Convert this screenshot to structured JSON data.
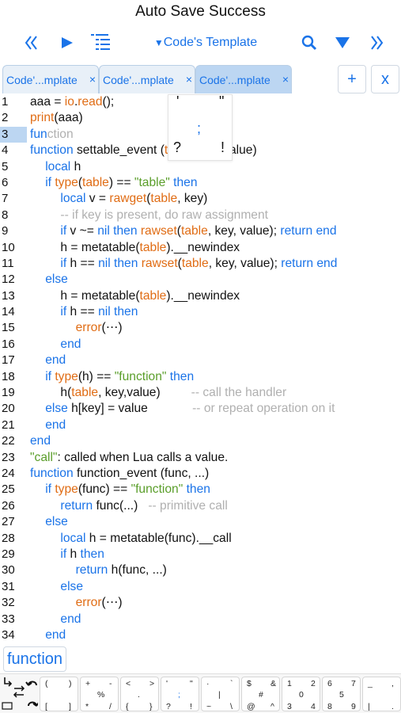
{
  "title": "Auto Save Success",
  "toolbar": {
    "file_title": "Code's Template",
    "icons": [
      "double-chevron-left-icon",
      "play-icon",
      "outline-list-icon",
      "dropdown-triangle-icon",
      "search-icon",
      "triangle-down-icon",
      "double-chevron-right-icon"
    ]
  },
  "tabs": [
    {
      "label": "Code'...mplate",
      "close": "×",
      "active": false
    },
    {
      "label": "Code'...mplate",
      "close": "×",
      "active": false
    },
    {
      "label": "Code'...mplate",
      "close": "×",
      "active": true
    }
  ],
  "tab_buttons": {
    "add": "+",
    "close": "x"
  },
  "editor": {
    "current_line": 3,
    "lines": [
      "aaa = io.read();",
      "print(aaa)",
      "function",
      "function settable_event (table, key, value)",
      "  local h",
      "  if type(table) == \"table\" then",
      "    local v = rawget(table, key)",
      "    -- if key is present, do raw assignment",
      "    if v ~= nil then rawset(table, key, value); return end",
      "    h = metatable(table).__newindex",
      "    if h == nil then rawset(table, key, value); return end",
      "  else",
      "    h = metatable(table).__newindex",
      "    if h == nil then",
      "      error(⋯)",
      "    end",
      "  end",
      "  if type(h) == \"function\" then",
      "    h(table, key,value)         -- call the handler",
      "  else h[key] = value             -- or repeat operation on it",
      "  end",
      "end",
      "\"call\": called when Lua calls a value.",
      "function function_event (func, ...)",
      "  if type(func) == \"function\" then",
      "    return func(...)   -- primitive call",
      "  else",
      "    local h = metatable(func).__call",
      "    if h then",
      "      return h(func, ...)",
      "    else",
      "      error(⋯)",
      "    end",
      "  end"
    ]
  },
  "popup_keys": {
    "top_left": "'",
    "top_right": "\"",
    "center": ";",
    "bottom_left": "?",
    "bottom_right": "!"
  },
  "suggestion": "function",
  "keyboard": {
    "keys": [
      {
        "glyphs": [
          "(",
          ")",
          "[",
          "]"
        ]
      },
      {
        "glyphs": [
          "+",
          "-",
          "*",
          "/"
        ],
        "mid": "%"
      },
      {
        "glyphs": [
          "<",
          ">",
          "{",
          "}"
        ],
        "mid": "."
      },
      {
        "glyphs": [
          "'",
          "\"",
          "?",
          "!"
        ],
        "mid": ";"
      },
      {
        "glyphs": [
          "·",
          "`",
          "~",
          "\\"
        ],
        "mid": "|"
      },
      {
        "glyphs": [
          "$",
          "&",
          "@",
          "^"
        ],
        "mid": "#"
      },
      {
        "glyphs": [
          "1",
          "2",
          "3",
          "4"
        ],
        "mid": "0"
      },
      {
        "glyphs": [
          "6",
          "7",
          "8",
          "9"
        ],
        "mid": "5"
      },
      {
        "glyphs": [
          "_",
          ",",
          "|",
          "."
        ],
        "mid": ""
      }
    ]
  }
}
